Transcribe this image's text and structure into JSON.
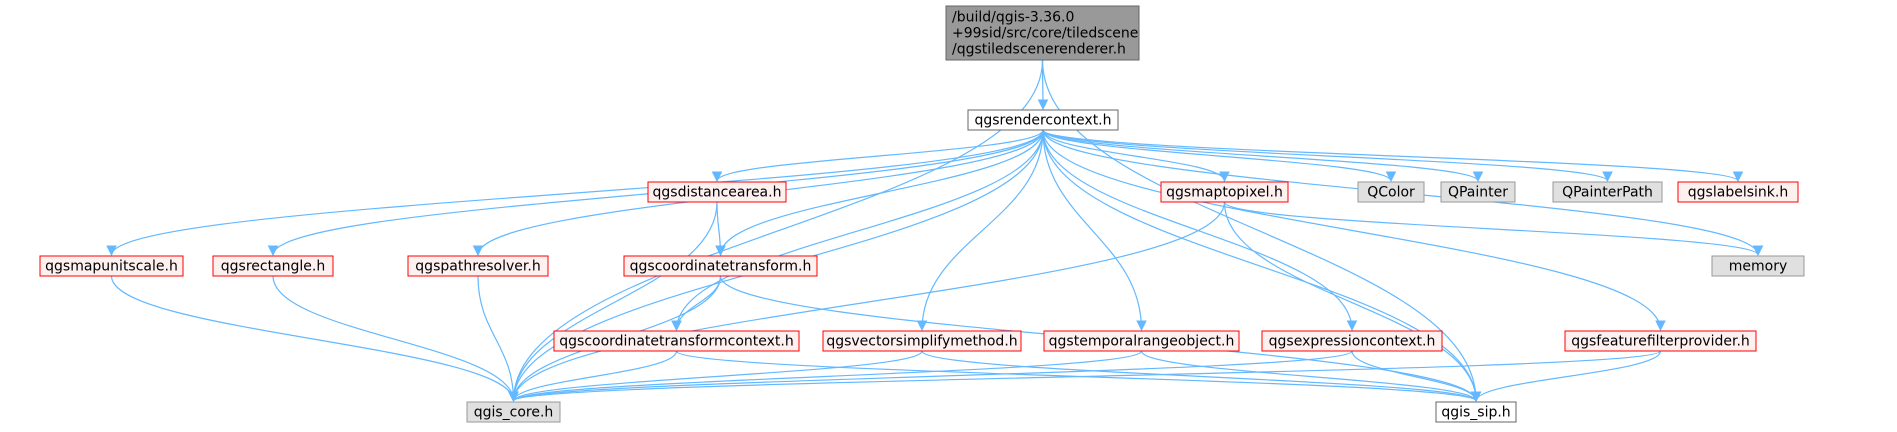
{
  "colors": {
    "edge": "#63b8ff",
    "root_fill": "#999999",
    "root_border": "#666666",
    "plain_fill": "#ffffff",
    "plain_border": "#666666",
    "ext_fill": "#e0e0e0",
    "ext_border": "#999999",
    "red_fill": "#fff0f0",
    "red_border": "#ff0000"
  },
  "nodes": {
    "root": {
      "lines": [
        "/build/qgis-3.36.0",
        "+99sid/src/core/tiledscene",
        "/qgstiledscenerenderer.h"
      ],
      "style": "root"
    },
    "rendercontext": {
      "lines": [
        "qgsrendercontext.h"
      ],
      "style": "plain"
    },
    "distancearea": {
      "lines": [
        "qgsdistancearea.h"
      ],
      "style": "red"
    },
    "maptopixel": {
      "lines": [
        "qgsmaptopixel.h"
      ],
      "style": "red"
    },
    "qcolor": {
      "lines": [
        "QColor"
      ],
      "style": "ext"
    },
    "qpainter": {
      "lines": [
        "QPainter"
      ],
      "style": "ext"
    },
    "qpainterpath": {
      "lines": [
        "QPainterPath"
      ],
      "style": "ext"
    },
    "labelsink": {
      "lines": [
        "qgslabelsink.h"
      ],
      "style": "red"
    },
    "mapunitscale": {
      "lines": [
        "qgsmapunitscale.h"
      ],
      "style": "red"
    },
    "rectangle": {
      "lines": [
        "qgsrectangle.h"
      ],
      "style": "red"
    },
    "pathresolver": {
      "lines": [
        "qgspathresolver.h"
      ],
      "style": "red"
    },
    "coordinatetransform": {
      "lines": [
        "qgscoordinatetransform.h"
      ],
      "style": "red"
    },
    "memory": {
      "lines": [
        "memory"
      ],
      "style": "ext"
    },
    "coordinatetransformcontext": {
      "lines": [
        "qgscoordinatetransformcontext.h"
      ],
      "style": "red"
    },
    "vectorsimplifymethod": {
      "lines": [
        "qgsvectorsimplifymethod.h"
      ],
      "style": "red"
    },
    "temporalrangeobject": {
      "lines": [
        "qgstemporalrangeobject.h"
      ],
      "style": "red"
    },
    "expressioncontext": {
      "lines": [
        "qgsexpressioncontext.h"
      ],
      "style": "red"
    },
    "featurefilterprovider": {
      "lines": [
        "qgsfeaturefilterprovider.h"
      ],
      "style": "red"
    },
    "qgis_core": {
      "lines": [
        "qgis_core.h"
      ],
      "style": "ext"
    },
    "qgis_sip": {
      "lines": [
        "qgis_sip.h"
      ],
      "style": "plain"
    }
  },
  "edges": [
    [
      "root",
      "rendercontext"
    ],
    [
      "root",
      "qgis_core"
    ],
    [
      "root",
      "qgis_sip"
    ],
    [
      "rendercontext",
      "distancearea"
    ],
    [
      "rendercontext",
      "maptopixel"
    ],
    [
      "rendercontext",
      "qcolor"
    ],
    [
      "rendercontext",
      "qpainter"
    ],
    [
      "rendercontext",
      "qpainterpath"
    ],
    [
      "rendercontext",
      "labelsink"
    ],
    [
      "rendercontext",
      "mapunitscale"
    ],
    [
      "rendercontext",
      "rectangle"
    ],
    [
      "rendercontext",
      "pathresolver"
    ],
    [
      "rendercontext",
      "coordinatetransform"
    ],
    [
      "rendercontext",
      "memory"
    ],
    [
      "rendercontext",
      "coordinatetransformcontext"
    ],
    [
      "rendercontext",
      "vectorsimplifymethod"
    ],
    [
      "rendercontext",
      "temporalrangeobject"
    ],
    [
      "rendercontext",
      "expressioncontext"
    ],
    [
      "rendercontext",
      "featurefilterprovider"
    ],
    [
      "rendercontext",
      "qgis_core"
    ],
    [
      "rendercontext",
      "qgis_sip"
    ],
    [
      "distancearea",
      "coordinatetransform"
    ],
    [
      "distancearea",
      "qgis_core"
    ],
    [
      "maptopixel",
      "memory"
    ],
    [
      "maptopixel",
      "qgis_core"
    ],
    [
      "maptopixel",
      "qgis_sip"
    ],
    [
      "mapunitscale",
      "qgis_core"
    ],
    [
      "rectangle",
      "qgis_core"
    ],
    [
      "pathresolver",
      "qgis_core"
    ],
    [
      "coordinatetransform",
      "coordinatetransformcontext"
    ],
    [
      "coordinatetransform",
      "qgis_core"
    ],
    [
      "coordinatetransform",
      "qgis_sip"
    ],
    [
      "coordinatetransformcontext",
      "qgis_core"
    ],
    [
      "coordinatetransformcontext",
      "qgis_sip"
    ],
    [
      "vectorsimplifymethod",
      "qgis_core"
    ],
    [
      "vectorsimplifymethod",
      "qgis_sip"
    ],
    [
      "temporalrangeobject",
      "qgis_core"
    ],
    [
      "temporalrangeobject",
      "qgis_sip"
    ],
    [
      "expressioncontext",
      "qgis_core"
    ],
    [
      "expressioncontext",
      "qgis_sip"
    ],
    [
      "featurefilterprovider",
      "qgis_core"
    ],
    [
      "featurefilterprovider",
      "qgis_sip"
    ]
  ]
}
